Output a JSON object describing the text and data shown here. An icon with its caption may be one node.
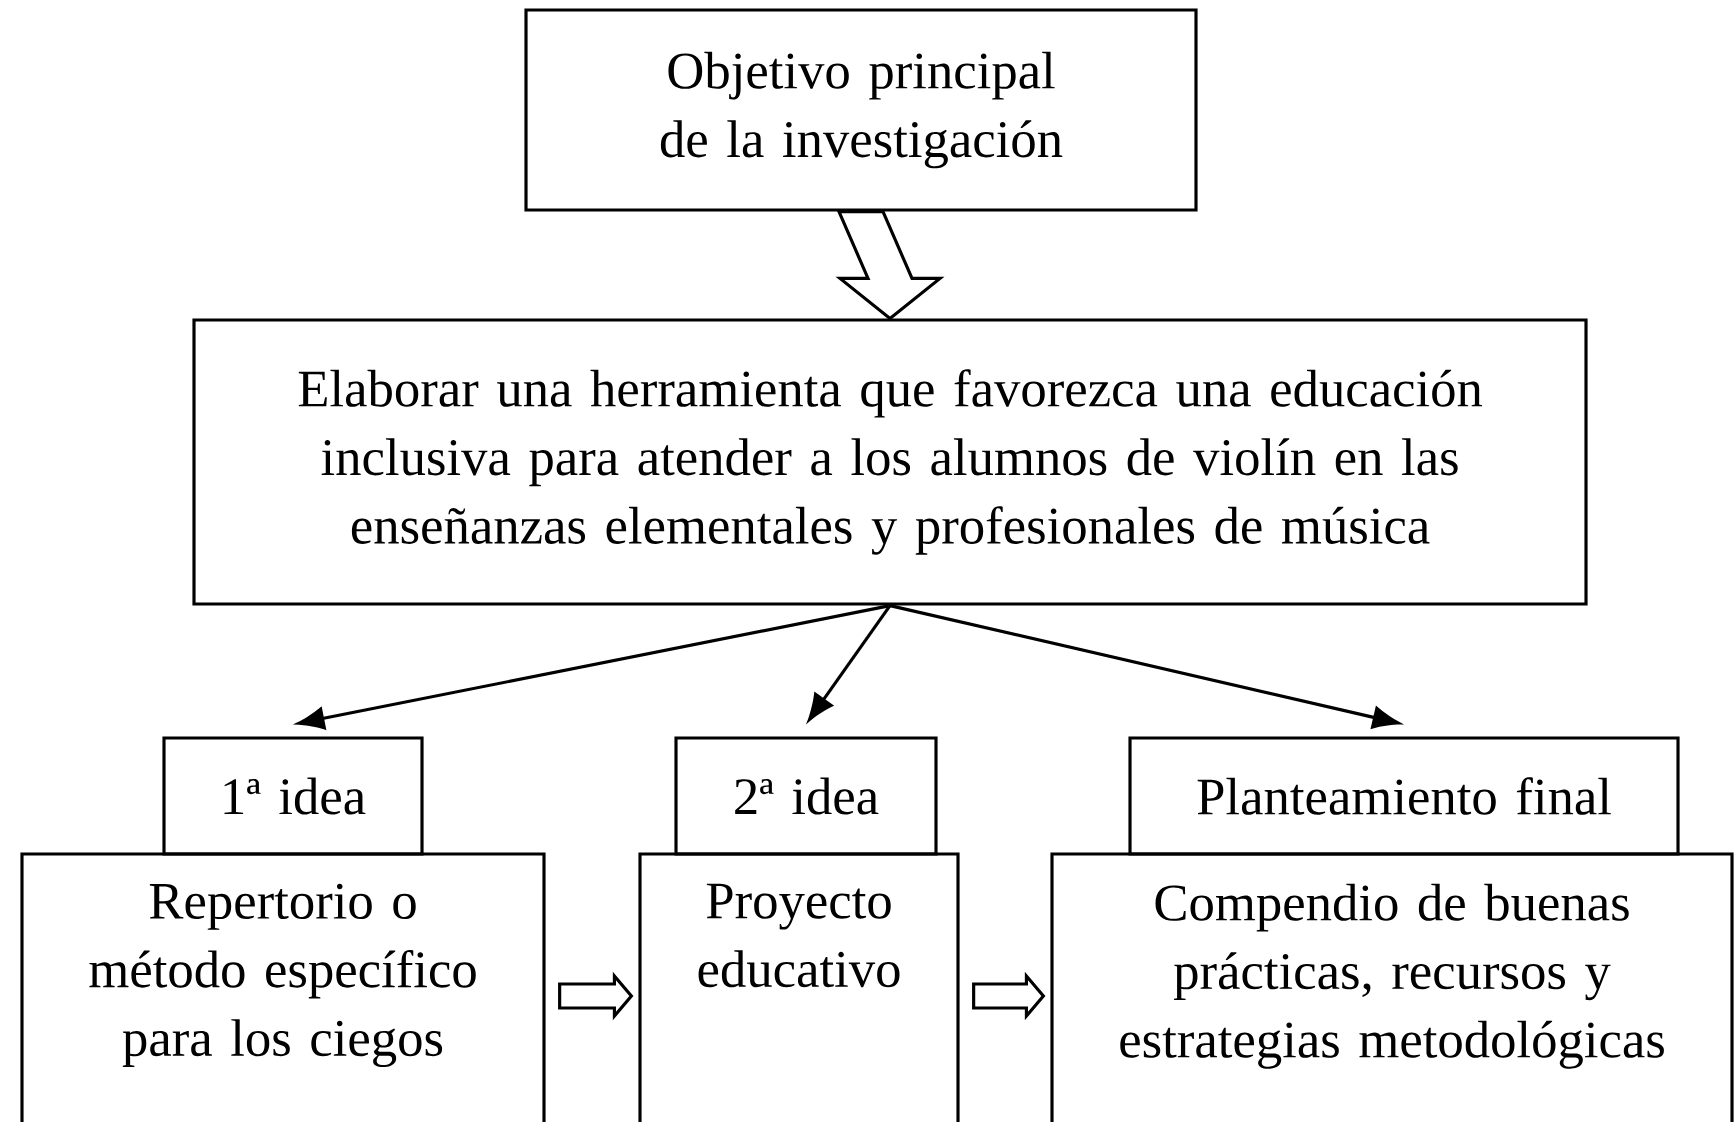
{
  "diagram": {
    "nodes": [
      {
        "text": [
          "Objetivo principal de la investigación"
        ]
      },
      {
        "text": [
          "Elaborar una herramienta que favorezca una educación inclusiva para atender a los alumnos de violín en las enseñanzas elementales y profesionales de música"
        ]
      },
      {
        "text": [
          "1ª idea"
        ]
      },
      {
        "text": [
          "Repertorio o método específico para los ciegos"
        ]
      },
      {
        "text": [
          "2ª idea"
        ]
      },
      {
        "text": [
          "Proyecto educativo"
        ]
      },
      {
        "text": [
          "Planteamiento final"
        ]
      },
      {
        "text": [
          "Compendio de buenas prácticas, recursos y estrategias metodológicas"
        ]
      }
    ],
    "edges": [
      {
        "from": 0,
        "to": 1,
        "arrow": "to"
      },
      {
        "from": 1,
        "to": 2,
        "arrow": "to"
      },
      {
        "from": 1,
        "to": 4,
        "arrow": "to"
      },
      {
        "from": 1,
        "to": 6,
        "arrow": "to"
      },
      {
        "from": 3,
        "to": 5,
        "arrow": "to"
      },
      {
        "from": 5,
        "to": 7,
        "arrow": "to"
      }
    ]
  }
}
